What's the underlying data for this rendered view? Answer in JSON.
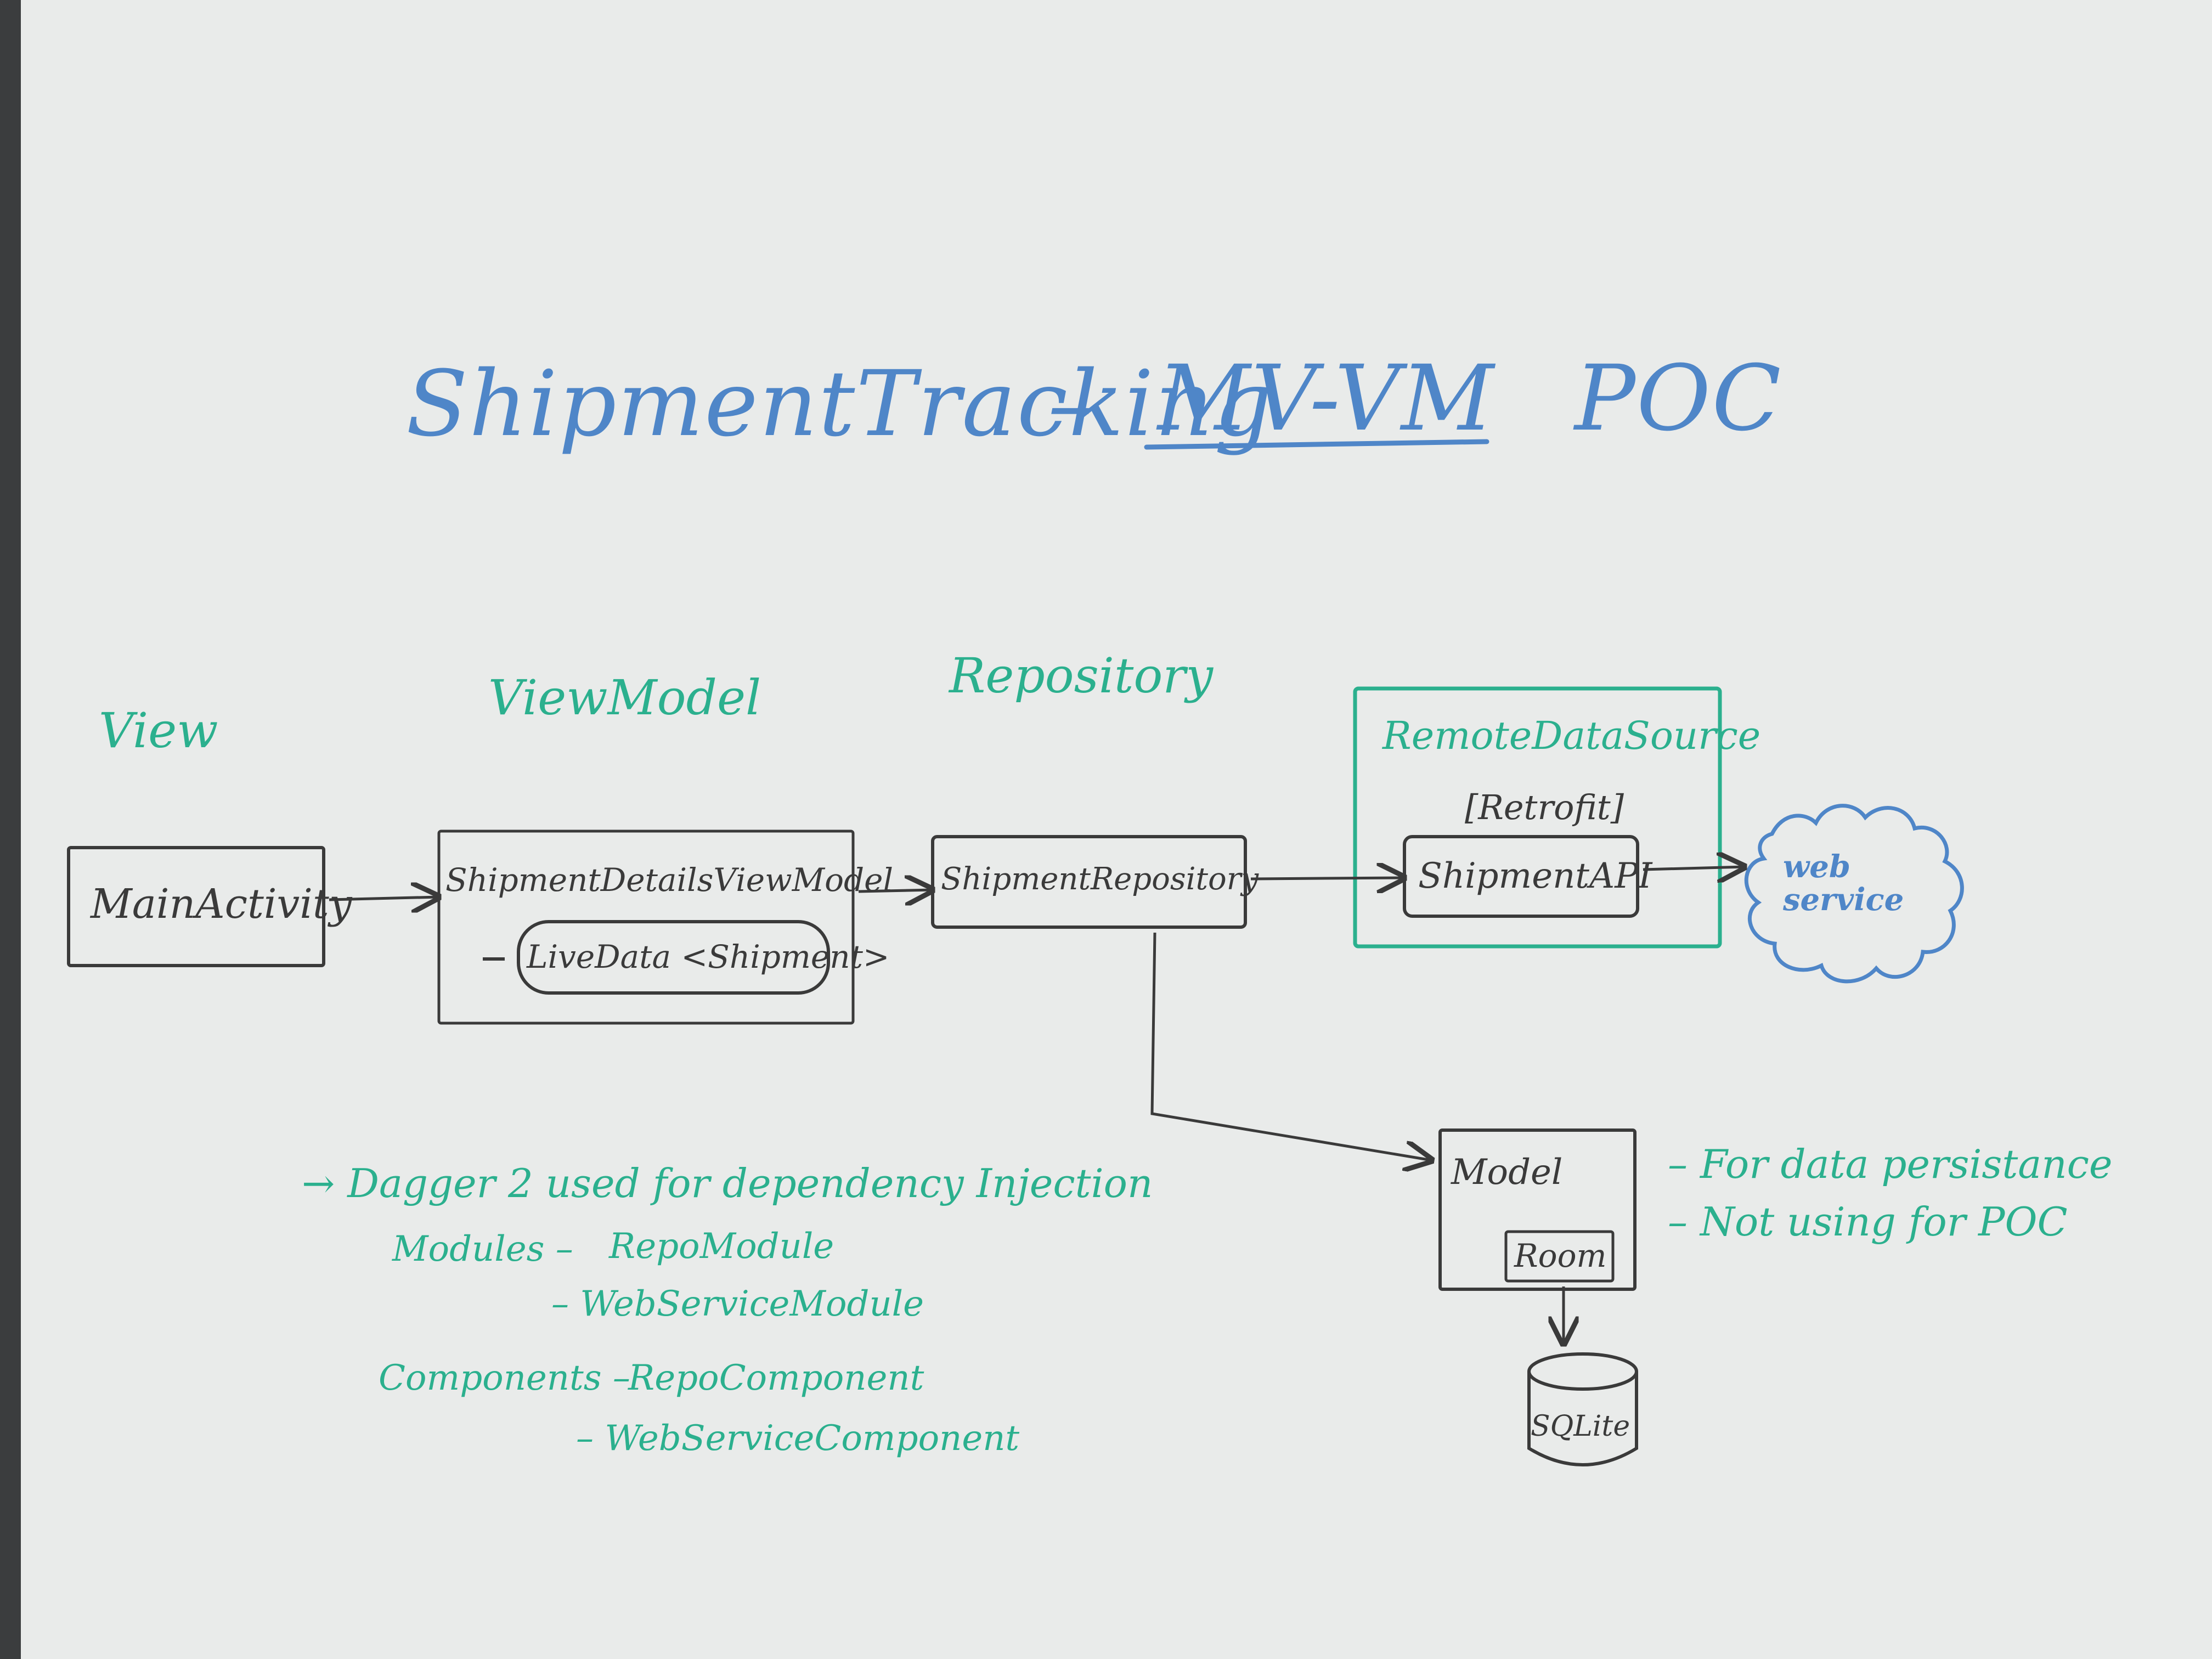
{
  "title": {
    "main": "ShipmentTracking",
    "dash": "–",
    "pattern": "MV-VM",
    "suffix": "POC"
  },
  "columns": {
    "view": "View",
    "viewmodel": "ViewModel",
    "repository": "Repository",
    "remote": "RemoteDataSource"
  },
  "boxes": {
    "main_activity": "MainActivity",
    "viewmodel_box": "ShipmentDetailsViewModel",
    "livedata": "LiveData <Shipment>",
    "repository_box": "ShipmentRepository",
    "retrofit": "[Retrofit]",
    "api": "ShipmentAPI",
    "web_service": "web service",
    "model": "Model",
    "room": "Room",
    "sqlite": "SQLite"
  },
  "model_notes": [
    "– For data persistance",
    "– Not using for POC"
  ],
  "dagger_notes": {
    "headline": "→ Dagger 2 used for dependency Injection",
    "modules_label": "Modules –",
    "modules": [
      "RepoModule",
      "– WebServiceModule"
    ],
    "components_label": "Components –",
    "components": [
      "RepoComponent",
      "– WebServiceComponent"
    ]
  },
  "colors": {
    "board": "#e9ebea",
    "blue_marker": "#4f86c8",
    "teal_marker": "#2bb08e",
    "ink": "#3a3a3a"
  }
}
